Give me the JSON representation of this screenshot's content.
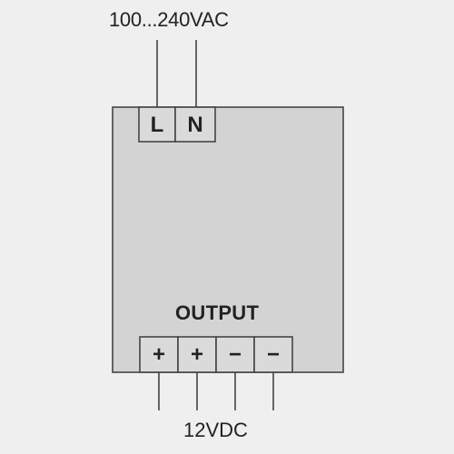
{
  "input": {
    "voltage_label": "100...240VAC",
    "terminals": [
      "L",
      "N"
    ]
  },
  "output": {
    "title": "OUTPUT",
    "terminals": [
      "+",
      "+",
      "−",
      "−"
    ],
    "voltage_label": "12VDC"
  },
  "colors": {
    "background": "#efefef",
    "module_fill": "#d3d3d3",
    "terminal_fill": "#dadada",
    "line": "#444444",
    "text": "#222222"
  }
}
